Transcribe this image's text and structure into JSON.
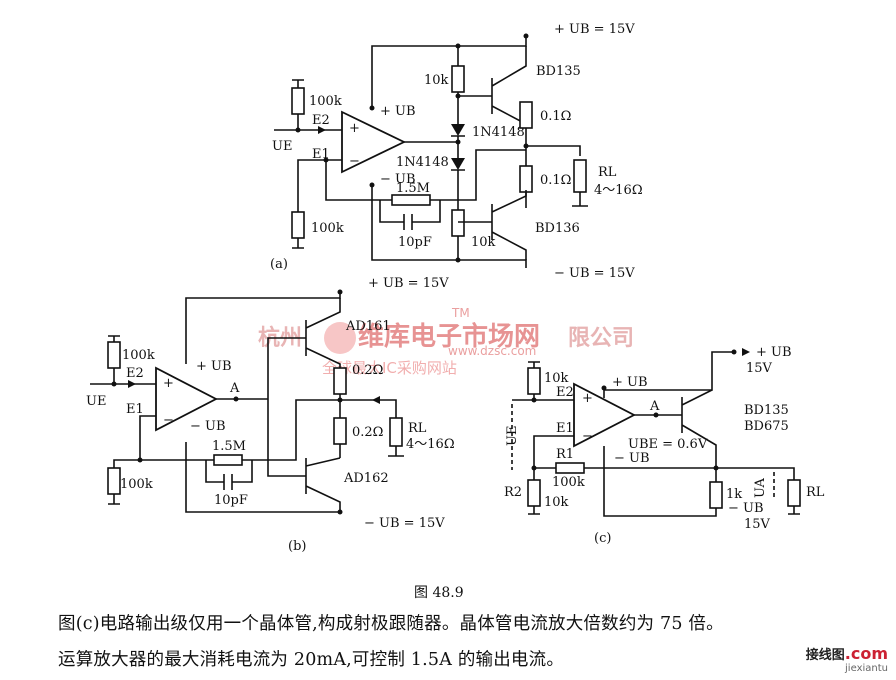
{
  "figure": {
    "title": "图 48.9",
    "paragraph_line1": "图(c)电路输出级仅用一个晶体管,构成射极跟随器。晶体管电流放大倍数约为 75 倍。",
    "paragraph_line2": "运算放大器的最大消耗电流为 20mA,可控制 1.5A 的输出电流。"
  },
  "circuit_a": {
    "caption": "(a)",
    "supply_pos": "+ UB = 15V",
    "supply_neg": "− UB = 15V",
    "r_in_top": "100k",
    "r_in_bottom": "100k",
    "r_bias": "10k",
    "r_bias2": "10k",
    "r_feedback": "1.5M",
    "c_feedback": "10pF",
    "diode1": "1N4148",
    "diode2": "1N4148",
    "q_top": "BD135",
    "q_bottom": "BD136",
    "re_top": "0.1Ω",
    "re_bottom": "0.1Ω",
    "rl": "RL",
    "rl_range": "4～16Ω",
    "e2": "E2",
    "e1": "E1",
    "ue": "UE",
    "op_pos": "+ UB",
    "op_neg": "− UB",
    "plus": "+",
    "minus": "−"
  },
  "circuit_b": {
    "caption": "(b)",
    "supply_pos": "+ UB = 15V",
    "supply_neg": "− UB = 15V",
    "r_in_top": "100k",
    "r_in_bottom": "100k",
    "r_feedback": "1.5M",
    "c_feedback": "10pF",
    "q_top": "AD161",
    "q_bottom": "AD162",
    "re_top": "0.2Ω",
    "re_bottom": "0.2Ω",
    "rl": "RL",
    "rl_range": "4～16Ω",
    "e2": "E2",
    "e1": "E1",
    "ue": "UE",
    "node_a": "A",
    "op_pos": "+ UB",
    "op_neg": "− UB",
    "plus": "+",
    "minus": "−"
  },
  "circuit_c": {
    "caption": "(c)",
    "supply_pos": "+ UB",
    "supply_pos_val": "15V",
    "supply_neg": "− UB",
    "supply_neg_val": "15V",
    "r_top": "10k",
    "r1": "R1",
    "r1_val": "100k",
    "r2": "R2",
    "r2_val": "10k",
    "r_emitter": "1k",
    "transistor": "BD135",
    "transistor_alt": "BD675",
    "ube": "UBE = 0.6V",
    "ua": "UA",
    "ue": "UE",
    "rl": "RL",
    "e2": "E2",
    "e1": "E1",
    "node_a": "A",
    "op_pos": "+ UB",
    "op_neg": "− UB",
    "plus": "+",
    "minus": "−"
  },
  "watermark": {
    "left_text": "杭州",
    "right_text": "限公司",
    "brand": "维库电子市场网",
    "url": "www.dzsc.com",
    "slogan": "全球最大IC采购网站",
    "tm": "TM"
  },
  "corner_logo": {
    "main": "接线图",
    "domain": ".com",
    "sub": "jiexiantu"
  },
  "colors": {
    "ink": "#111111",
    "watermark_red": "#e07070",
    "watermark_light": "#e8b4b4"
  }
}
